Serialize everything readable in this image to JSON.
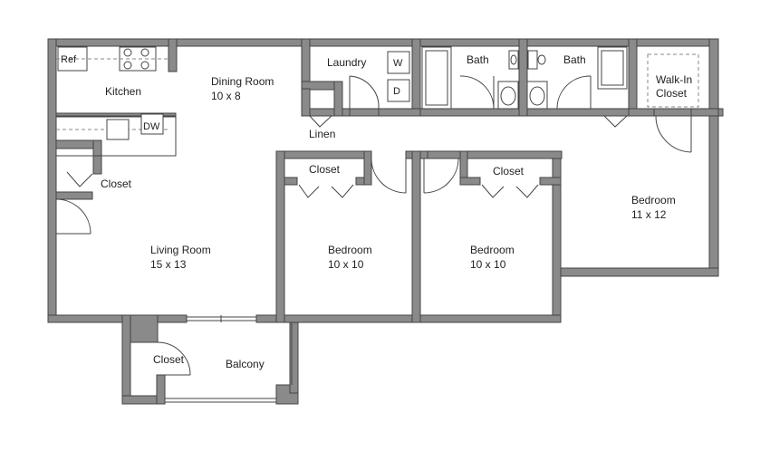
{
  "rooms": {
    "kitchen": {
      "name": "Kitchen"
    },
    "dining": {
      "name": "Dining Room",
      "size": "10 x 8"
    },
    "laundry": {
      "name": "Laundry"
    },
    "washer": "W",
    "dryer": "D",
    "linen": "Linen",
    "bath1": {
      "name": "Bath"
    },
    "bath2": {
      "name": "Bath"
    },
    "walkin": {
      "line1": "Walk-In",
      "line2": "Closet"
    },
    "living": {
      "name": "Living Room",
      "size": "15 x 13"
    },
    "living_closet": "Closet",
    "bedroom_a": {
      "name": "Bedroom",
      "size": "10 x 10",
      "closet": "Closet"
    },
    "bedroom_b": {
      "name": "Bedroom",
      "size": "10 x 10",
      "closet": "Closet"
    },
    "bedroom_c": {
      "name": "Bedroom",
      "size": "11 x 12"
    },
    "balcony": {
      "name": "Balcony",
      "closet": "Closet"
    }
  },
  "appliances": {
    "ref": "Ref",
    "dw": "DW"
  },
  "colors": {
    "wall": "#8a8a8a",
    "outline": "#444444",
    "background": "#ffffff"
  }
}
